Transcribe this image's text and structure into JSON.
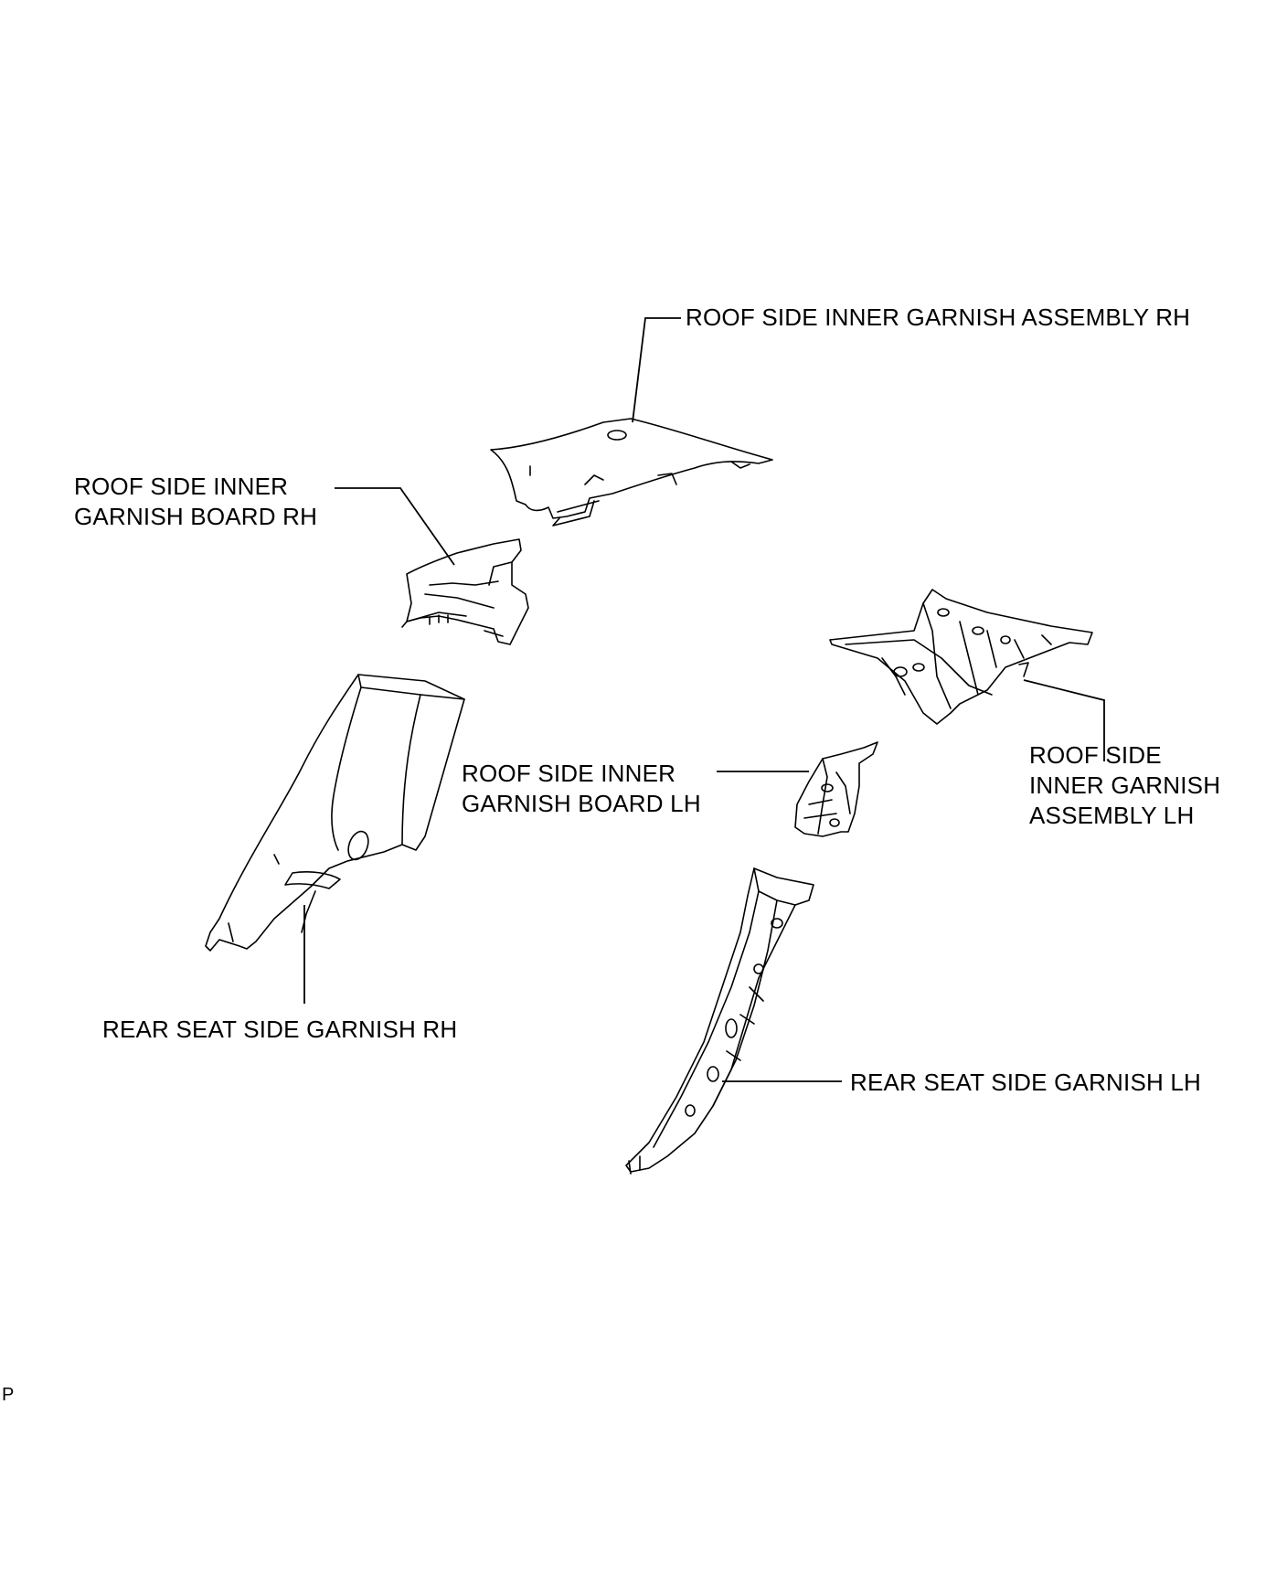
{
  "labels": {
    "roof_assy_rh": "ROOF SIDE INNER GARNISH ASSEMBLY RH",
    "roof_board_rh_l1": "ROOF SIDE INNER",
    "roof_board_rh_l2": "GARNISH BOARD RH",
    "roof_assy_lh_l1": "ROOF SIDE",
    "roof_assy_lh_l2": "INNER GARNISH",
    "roof_assy_lh_l3": "ASSEMBLY LH",
    "roof_board_lh_l1": "ROOF SIDE INNER",
    "roof_board_lh_l2": "GARNISH BOARD LH",
    "rear_rh": "REAR SEAT SIDE GARNISH RH",
    "rear_lh": "REAR SEAT SIDE GARNISH LH"
  },
  "corner_mark": "P",
  "colors": {
    "ink": "#000000",
    "background": "#ffffff"
  }
}
